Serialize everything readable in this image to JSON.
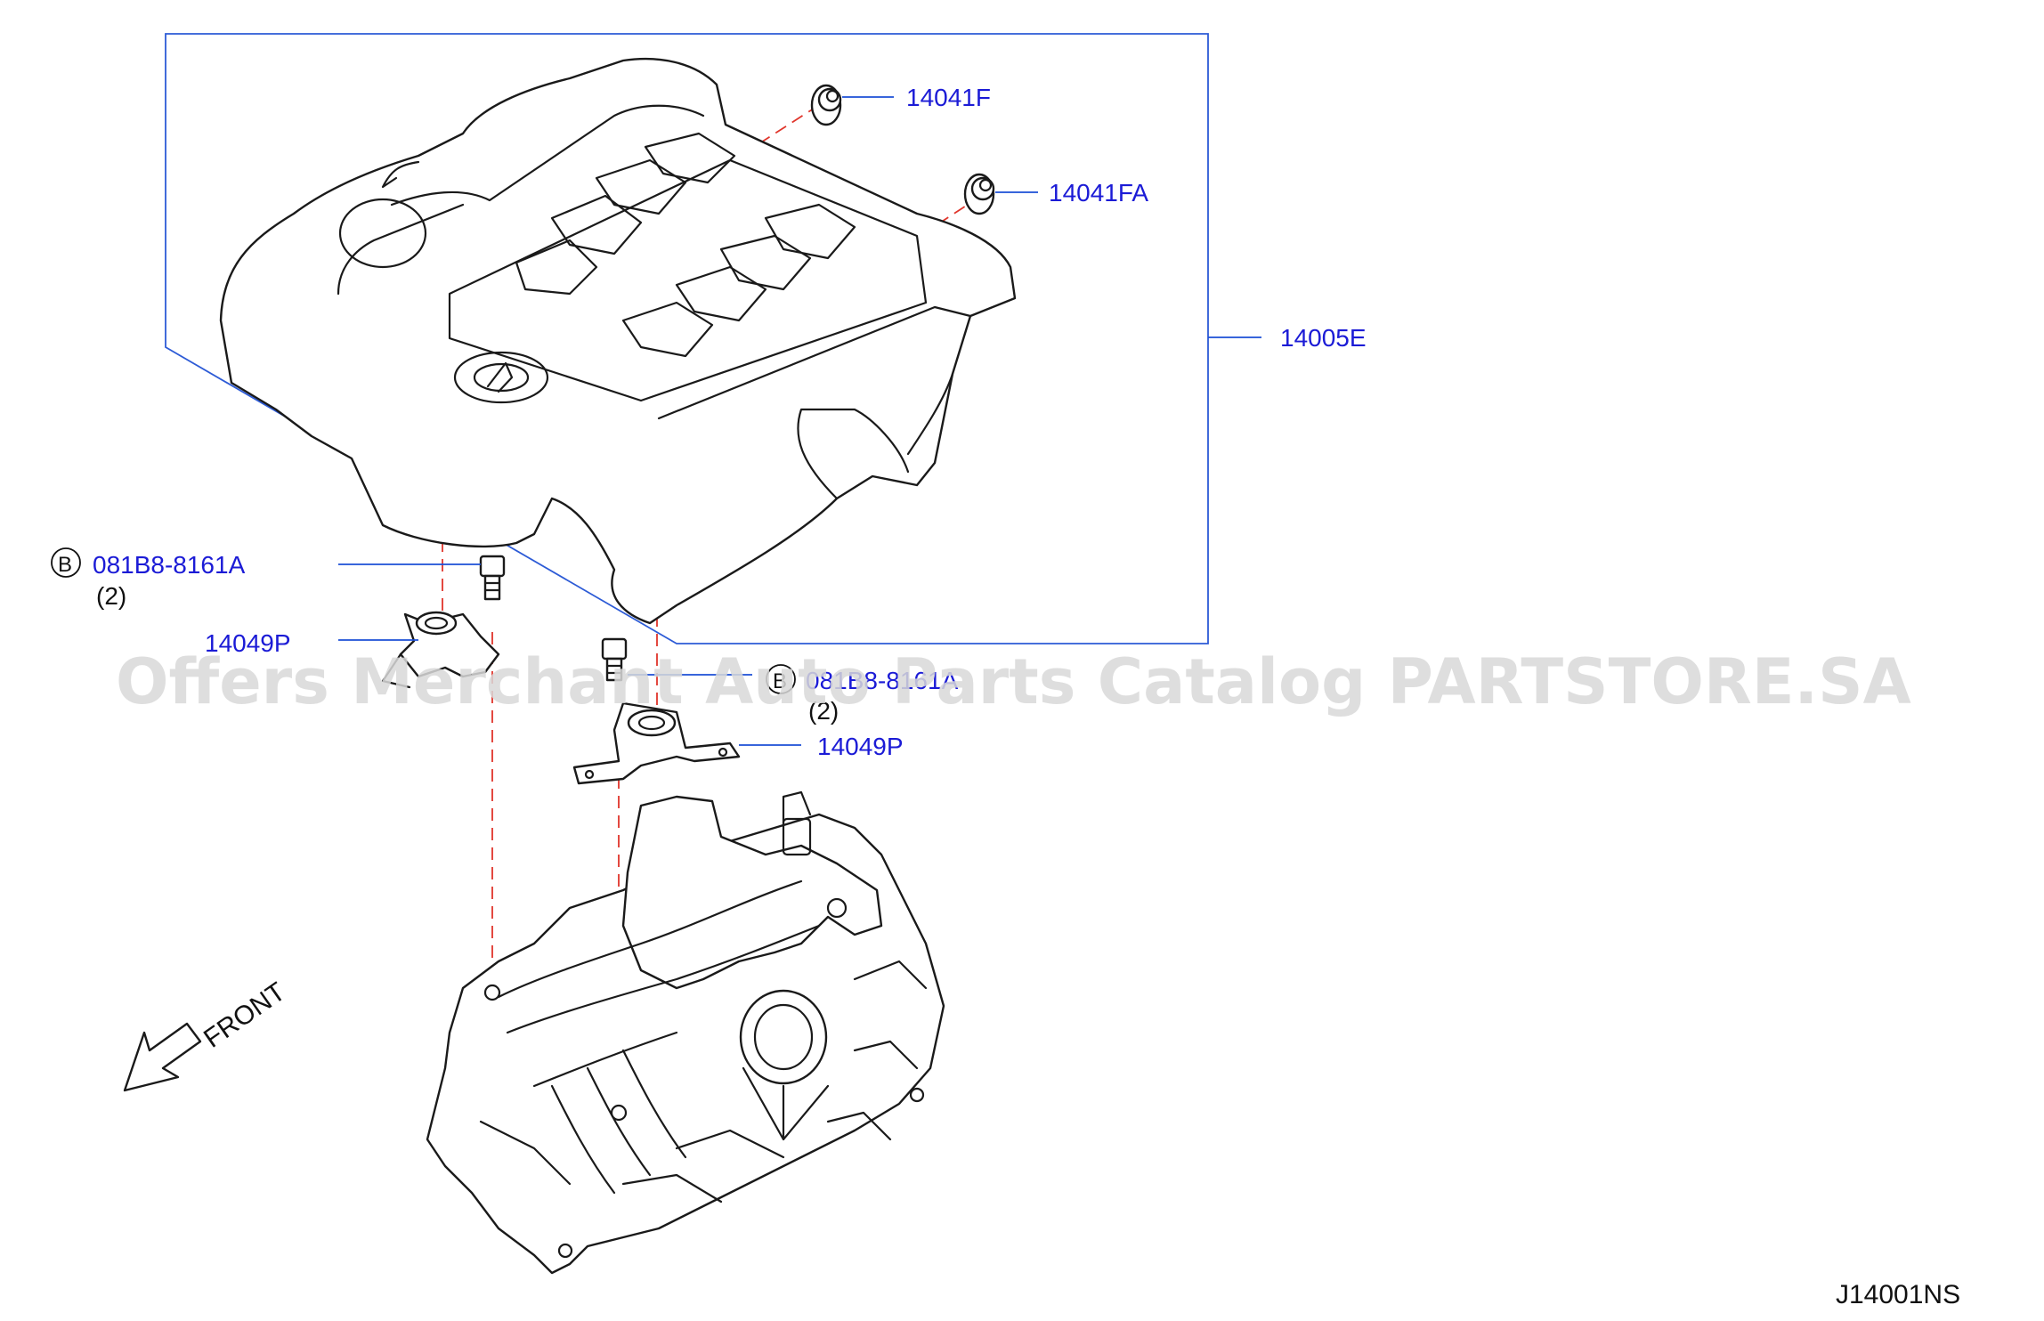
{
  "diagram": {
    "drawing_code": "J14001NS",
    "watermark": "Offers Merchant Auto Parts Catalog PARTSTORE.SA",
    "front_label": "FRONT",
    "callouts": [
      {
        "id": "grommet-upper",
        "part_number": "14041F"
      },
      {
        "id": "grommet-lower",
        "part_number": "14041FA"
      },
      {
        "id": "engine-cover",
        "part_number": "14005E"
      },
      {
        "id": "bolt-left",
        "prefix": "B",
        "part_number": "081B8-8161A",
        "qty": "(2)"
      },
      {
        "id": "bracket-left",
        "part_number": "14049P"
      },
      {
        "id": "bolt-center",
        "prefix": "B",
        "part_number": "081B8-8161A",
        "qty": "(2)"
      },
      {
        "id": "bracket-center",
        "part_number": "14049P"
      }
    ]
  },
  "colors": {
    "label": "#1b1bd6",
    "leader": "#1b4fd6",
    "dashed_line": "#e0352b",
    "watermark": "#d9d9d9"
  }
}
